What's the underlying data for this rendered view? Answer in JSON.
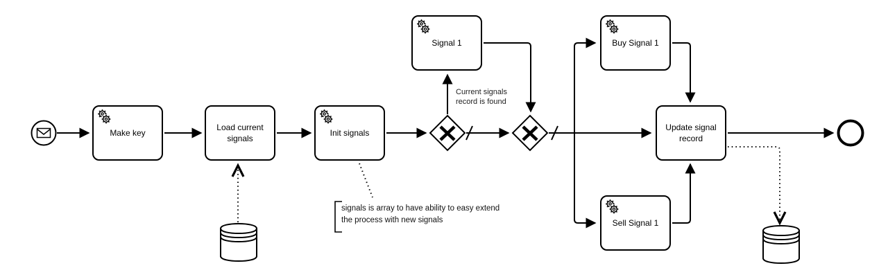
{
  "diagram": {
    "type": "bpmn-process",
    "colors": {
      "stroke": "#000000",
      "fill": "#ffffff"
    },
    "nodes": {
      "start_event": {
        "type": "message-start-event"
      },
      "make_key": {
        "label": "Make key",
        "icon": "service-gear-icon"
      },
      "load_current_signals": {
        "label": "Load current signals"
      },
      "init_signals": {
        "label": "Init signals",
        "icon": "service-gear-icon"
      },
      "gateway_1": {
        "type": "exclusive-gateway",
        "marker": "X"
      },
      "signal_1": {
        "label": "Signal 1",
        "icon": "service-gear-icon"
      },
      "gateway_2": {
        "type": "exclusive-gateway",
        "marker": "X"
      },
      "buy_signal_1": {
        "label": "Buy Signal 1",
        "icon": "service-gear-icon"
      },
      "sell_signal_1": {
        "label": "Sell Signal 1",
        "icon": "service-gear-icon"
      },
      "update_signal_record": {
        "label": "Update signal record"
      },
      "end_event": {
        "type": "end-event"
      },
      "datastore_left": {
        "type": "data-store"
      },
      "datastore_right": {
        "type": "data-store"
      }
    },
    "labels": {
      "condition_gateway1_signal1": "Current signals\nrecord is found",
      "annotation": "signals is array to have ability to easy extend\nthe process with new signals"
    }
  }
}
